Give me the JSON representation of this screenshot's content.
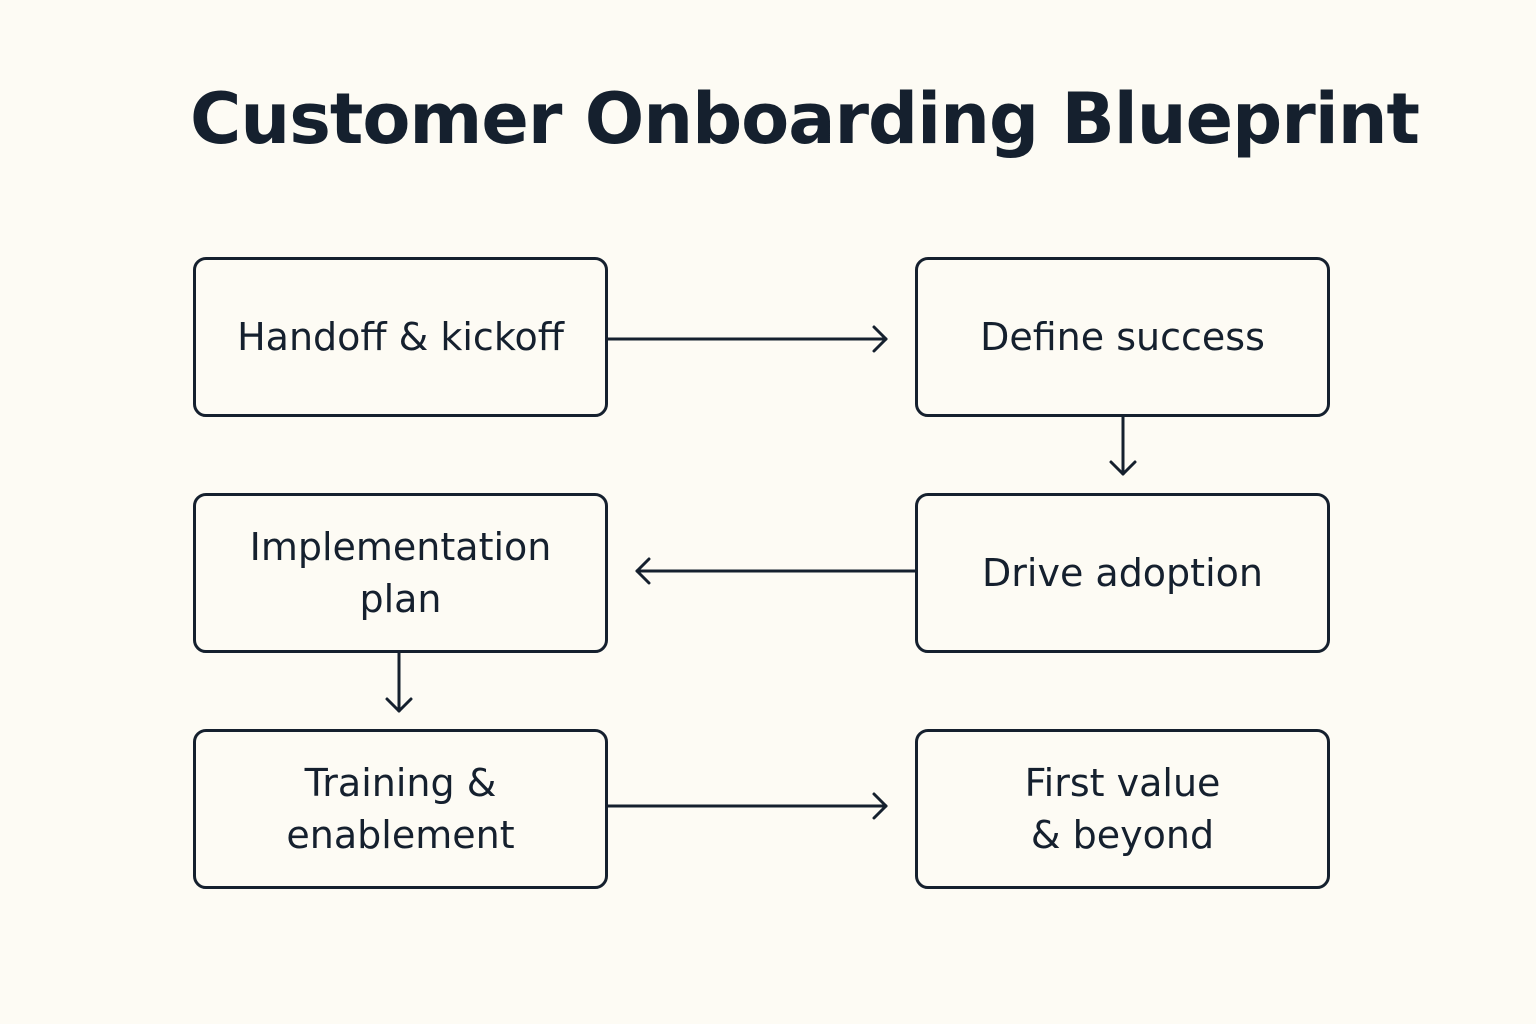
{
  "title": "Customer Onboarding Blueprint",
  "colors": {
    "background": "#fdfbf4",
    "ink": "#15202e"
  },
  "steps": [
    {
      "label": "Handoff & kickoff"
    },
    {
      "label": "Define success"
    },
    {
      "label": "Drive adoption"
    },
    {
      "label": "Implementation\nplan"
    },
    {
      "label": "Training &\nenablement"
    },
    {
      "label": "First value\n& beyond"
    }
  ],
  "flow": [
    {
      "from": "Handoff & kickoff",
      "to": "Define success"
    },
    {
      "from": "Define success",
      "to": "Drive adoption"
    },
    {
      "from": "Drive adoption",
      "to": "Implementation plan"
    },
    {
      "from": "Implementation plan",
      "to": "Training & enablement"
    },
    {
      "from": "Training & enablement",
      "to": "First value & beyond"
    }
  ]
}
